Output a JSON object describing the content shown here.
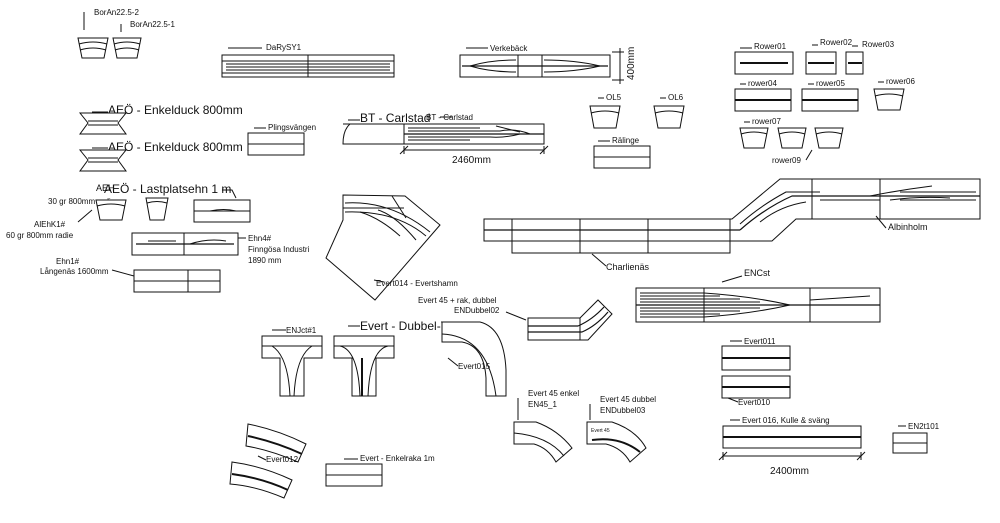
{
  "labels": {
    "boran2": "BorAn22.5-2",
    "boran1": "BorAn22.5-1",
    "darysy1": "DaRySY1",
    "verkeback": "Verkebäck",
    "dim400": "400mm",
    "rower01": "Rower01",
    "rower02": "Rower02",
    "rower03": "Rower03",
    "rower04": "rower04",
    "rower05": "rower05",
    "rower06": "rower06",
    "rower07": "rower07",
    "rower09": "rower09",
    "aeo1": "AEÖ - Enkelduck 800mm",
    "aeo2": "AEÖ - Enkelduck 800mm",
    "plingsvangen": "Plingsvängen",
    "bt_carlstad": "BT - Carlstad",
    "bt_carlstad2": "BT - Carlstad",
    "dim2460": "2460mm",
    "ol5": "OL5",
    "ol6": "OL6",
    "ralinge": "Rälinge",
    "aeo_lastplats": "AEÖ - Lastplatsehn 1 m",
    "aeh_30": "AEH",
    "radie30": "30 gr 800mm radie",
    "aehk1": "AlEhK1#",
    "radie60": "60 gr 800mm radie",
    "ehn4": "Ehn4#",
    "finngosa": "Finngösa Industri",
    "mm1890": "1890 mm",
    "ehn1": "Ehn1#",
    "langenas": "Långenäs 1600mm",
    "evert014": "Evert014 - Evertshamn",
    "charlienas": "Charlienäs",
    "albinholm": "Albinholm",
    "encst": "ENCst",
    "evert45_rak": "Evert 45 + rak, dubbel",
    "endubbel02": "ENDubbel02",
    "enjct1": "ENJct#1",
    "evert_dubbel_t": "Evert - Dubbel-T",
    "evert015": "Evert015",
    "evert011": "Evert011",
    "evert010": "Evert010",
    "evert45_enkel": "Evert 45 enkel",
    "en45_1": "EN45_1",
    "evert45_dubbel": "Evert 45 dubbel",
    "endubbel03": "ENDubbel03",
    "evert45_inner": "Evert 45",
    "evert016": "Evert 016, Kulle & sväng",
    "en2t101": "EN2t101",
    "dim2400": "2400mm",
    "evert012": "Evert012",
    "evert_enkelraka": "Evert - Enkelraka 1m"
  }
}
